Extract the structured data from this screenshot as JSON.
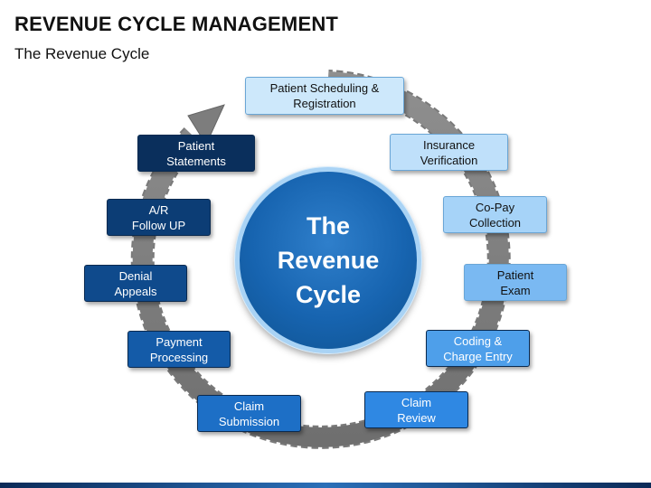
{
  "header": {
    "title": "REVENUE CYCLE MANAGEMENT",
    "subtitle": "The Revenue Cycle"
  },
  "center": {
    "label": "The\nRevenue\nCycle"
  },
  "steps": [
    {
      "label": "Patient Scheduling &\nRegistration",
      "color": "#cde8fb"
    },
    {
      "label": "Insurance\nVerification",
      "color": "#bfe0fa"
    },
    {
      "label": "Co-Pay\nCollection",
      "color": "#a6d3f8"
    },
    {
      "label": "Patient\nExam",
      "color": "#7ab9f2"
    },
    {
      "label": "Coding &\nCharge Entry",
      "color": "#4e9fea"
    },
    {
      "label": "Claim\nReview",
      "color": "#2f88e3"
    },
    {
      "label": "Claim\nSubmission",
      "color": "#1d6fc6"
    },
    {
      "label": "Payment\nProcessing",
      "color": "#145ba8"
    },
    {
      "label": "Denial\nAppeals",
      "color": "#0f4a8c"
    },
    {
      "label": "A/R\nFollow UP",
      "color": "#0c3d75"
    },
    {
      "label": "Patient\nStatements",
      "color": "#0a2f5c"
    }
  ]
}
